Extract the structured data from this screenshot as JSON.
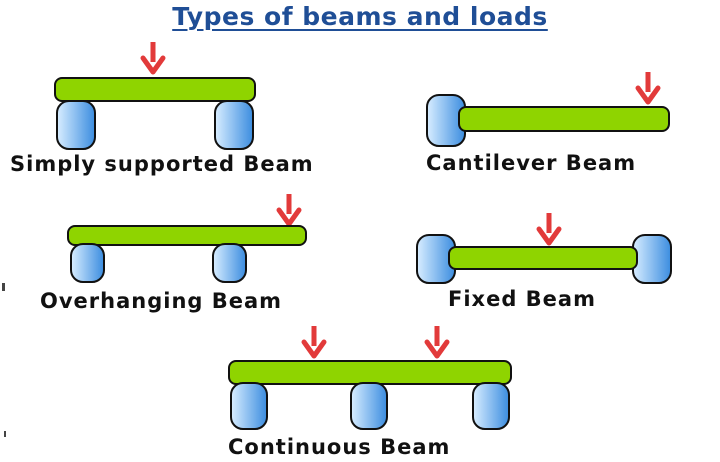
{
  "title": "Types of beams and loads",
  "colors": {
    "beam": "#8fd400",
    "support_light": "#d4ebff",
    "support_dark": "#3f8fe0",
    "load_arrow": "#e23a3a",
    "outline": "#111111",
    "title": "#1f4e96"
  },
  "beams": [
    {
      "id": "simply-supported",
      "label": "Simply supported Beam",
      "supports": "two pin/roller supports under beam",
      "loads": 1
    },
    {
      "id": "cantilever",
      "label": "Cantilever Beam",
      "supports": "one fixed support at left end",
      "loads": 1
    },
    {
      "id": "overhanging",
      "label": "Overhanging Beam",
      "supports": "two supports, beam overhangs right",
      "loads": 1
    },
    {
      "id": "fixed",
      "label": "Fixed Beam",
      "supports": "fixed supports at both ends",
      "loads": 1
    },
    {
      "id": "continuous",
      "label": "Continuous Beam",
      "supports": "three supports under beam",
      "loads": 2
    }
  ]
}
